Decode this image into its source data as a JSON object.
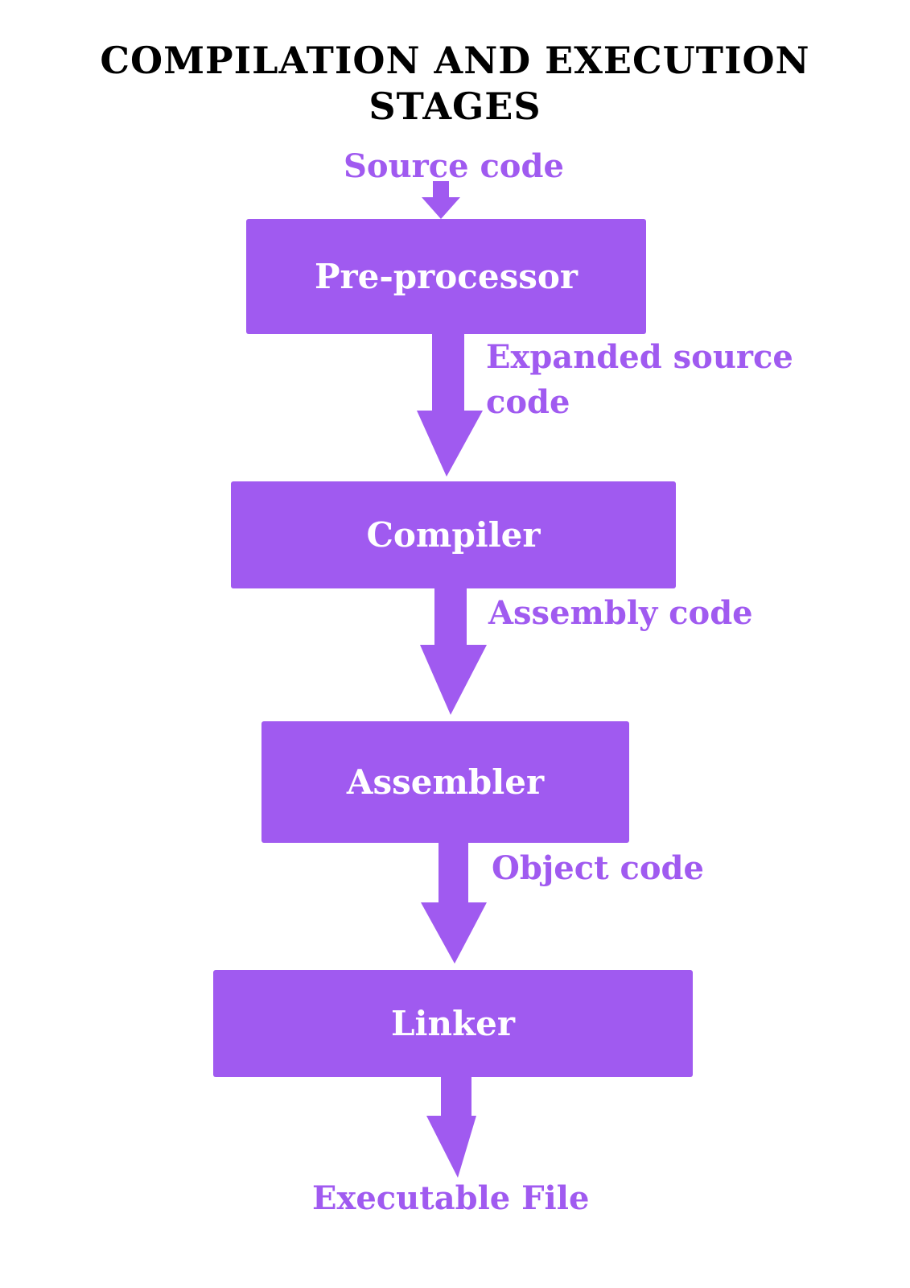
{
  "title": {
    "line1": "COMPILATION AND EXECUTION",
    "line2": "STAGES"
  },
  "colors": {
    "accent": "#a05af0",
    "title": "#000000",
    "box_text": "#ffffff",
    "background": "#ffffff"
  },
  "flow": {
    "input_label": "Source code",
    "stages": [
      {
        "label": "Pre-processor"
      },
      {
        "label": "Compiler"
      },
      {
        "label": "Assembler"
      },
      {
        "label": "Linker"
      }
    ],
    "connections": [
      {
        "label_line1": "Expanded source",
        "label_line2": "code"
      },
      {
        "label": "Assembly code"
      },
      {
        "label": "Object code"
      }
    ],
    "output_label": "Executable File"
  }
}
